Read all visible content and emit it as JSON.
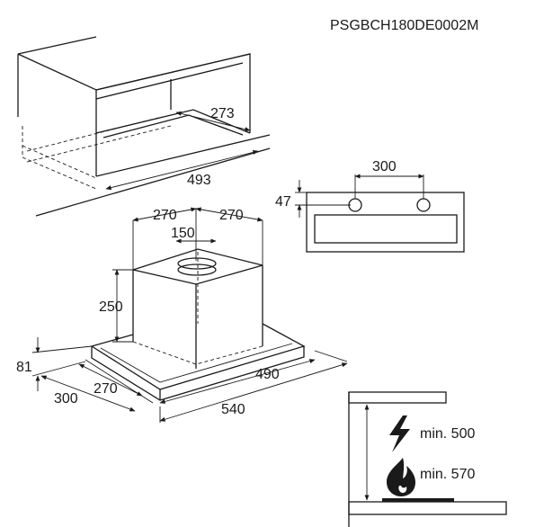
{
  "model_code": "PSGBCH180DE0002M",
  "cabinet": {
    "dim_depth": "273",
    "dim_width": "493"
  },
  "rear_view": {
    "dim_hole_spacing": "300",
    "dim_hole_height": "47"
  },
  "hood": {
    "dim_left_offset": "270",
    "dim_right_offset": "270",
    "dim_duct": "150",
    "dim_chimney_height": "250",
    "dim_body_height": "81",
    "dim_front_depth": "300",
    "dim_side_depth": "270",
    "dim_inner_width": "490",
    "dim_outer_width": "540"
  },
  "clearance": {
    "electric_label": "min. 500",
    "gas_label": "min. 570",
    "electric_icon": "lightning-icon",
    "gas_icon": "flame-icon"
  }
}
